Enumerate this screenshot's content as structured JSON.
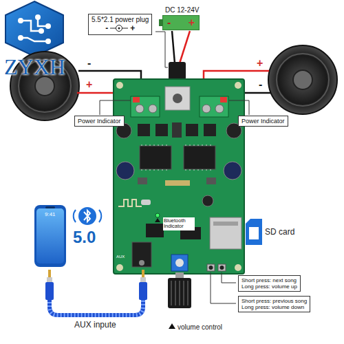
{
  "diagram": {
    "nodes": [
      {
        "text": [
          "5.5*2.1 power plug",
          "-",
          "+"
        ]
      },
      {
        "text": [
          "DC 12-24V",
          "-",
          "+"
        ]
      },
      {
        "text": [
          "Power Indicator"
        ]
      },
      {
        "text": [
          "Power Indicator"
        ]
      },
      {
        "text": [
          "Short press: next song",
          "Long press: volume up"
        ]
      },
      {
        "text": [
          "Short press: previous song",
          "Long press: volume down"
        ]
      }
    ],
    "labels": [
      "ZYXH",
      "-",
      "+",
      "+",
      "-",
      "9:41",
      "5.0",
      "AUX",
      "Bluetooth Indicator",
      "SD card",
      "AUX inpute",
      "volume control"
    ]
  }
}
